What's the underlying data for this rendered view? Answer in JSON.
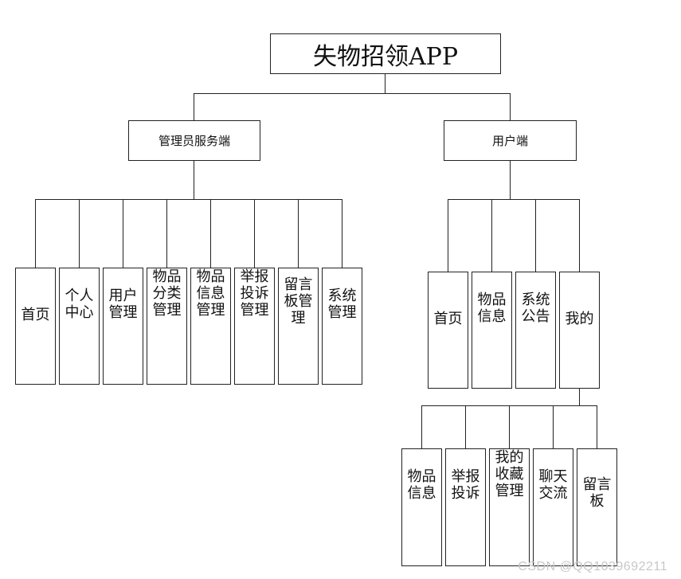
{
  "root": "失物招领APP",
  "admin": {
    "title": "管理员服务端",
    "items": [
      "首页",
      "个人中心",
      "用户管理",
      "物品分类管理",
      "物品信息管理",
      "举报投诉管理",
      "留言板管理",
      "系统管理"
    ]
  },
  "user": {
    "title": "用户端",
    "items": [
      "首页",
      "物品信息",
      "系统公告",
      "我的"
    ]
  },
  "mine": {
    "items": [
      "物品信息",
      "举报投诉",
      "我的收藏管理",
      "聊天交流",
      "留言板"
    ]
  },
  "watermark": "CSDN @QQ1039692211"
}
